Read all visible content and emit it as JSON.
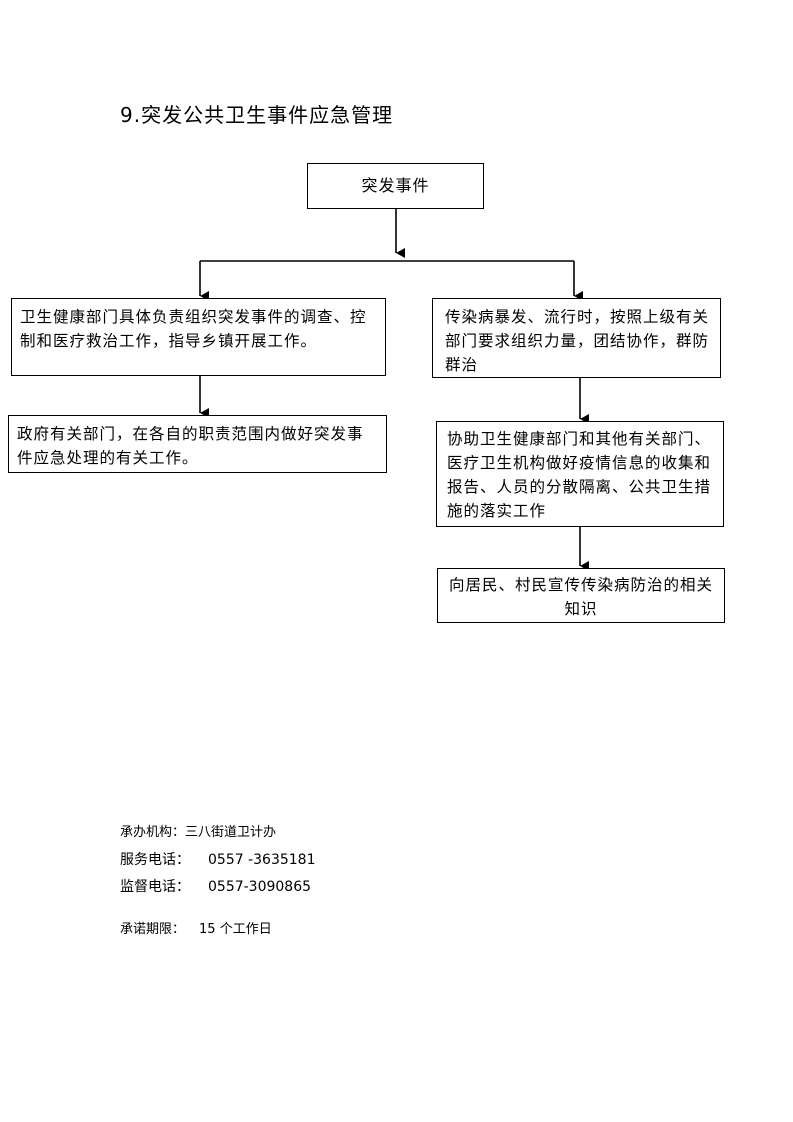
{
  "title": "9.突发公共卫生事件应急管理",
  "flowchart": {
    "root": "突发事件",
    "left_1": "卫生健康部门具体负责组织突发事件的调查、控制和医疗救治工作，指导乡镇开展工作。",
    "left_2": "政府有关部门，在各自的职责范围内做好突发事件应急处理的有关工作。",
    "right_1": "传染病暴发、流行时，按照上级有关部门要求组织力量，团结协作，群防群治",
    "right_2": "协助卫生健康部门和其他有关部门、医疗卫生机构做好疫情信息的收集和报告、人员的分散隔离、公共卫生措施的落实工作",
    "right_3": "向居民、村民宣传传染病防治的相关知识"
  },
  "footer": {
    "org_label": "承办机构：",
    "org_value": "三八街道卫计办",
    "service_label": "服务电话：",
    "service_value": "0557 -3635181",
    "supervise_label": "监督电话：",
    "supervise_value": "0557-3090865",
    "limit_label": "承诺期限：",
    "limit_value": "15 个工作日"
  }
}
